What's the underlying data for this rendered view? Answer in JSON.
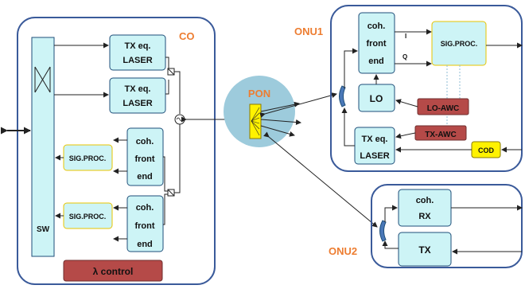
{
  "colors": {
    "container_border": "#3A5A9A",
    "block_fill": "#CDF4F6",
    "block_stroke": "#1E4E79",
    "red_fill": "#B54A48",
    "yellow_fill": "#FFF200",
    "pon_circle": "#9DCBDC",
    "label_orange": "#ED7D31",
    "arrow": "#222222"
  },
  "co": {
    "label": "CO",
    "switch_label": "SW",
    "tx1": [
      "TX eq.",
      "LASER"
    ],
    "tx2": [
      "TX eq.",
      "LASER"
    ],
    "rx1": [
      "coh.",
      "front",
      "end"
    ],
    "rx2": [
      "coh.",
      "front",
      "end"
    ],
    "sigproc1": "SIG.PROC.",
    "sigproc2": "SIG.PROC.",
    "lambda_control": "λ control"
  },
  "pon": {
    "label": "PON"
  },
  "onu1": {
    "label": "ONU1",
    "rx": [
      "coh.",
      "front",
      "end"
    ],
    "i_label": "I",
    "q_label": "Q",
    "sigproc": "SIG.PROC.",
    "lo": "LO",
    "lo_awc": "LO-AWC",
    "tx_awc": "TX-AWC",
    "tx": [
      "TX eq.",
      "LASER"
    ],
    "cod": "COD"
  },
  "onu2": {
    "label": "ONU2",
    "rx": [
      "coh.",
      "RX"
    ],
    "tx": "TX"
  }
}
